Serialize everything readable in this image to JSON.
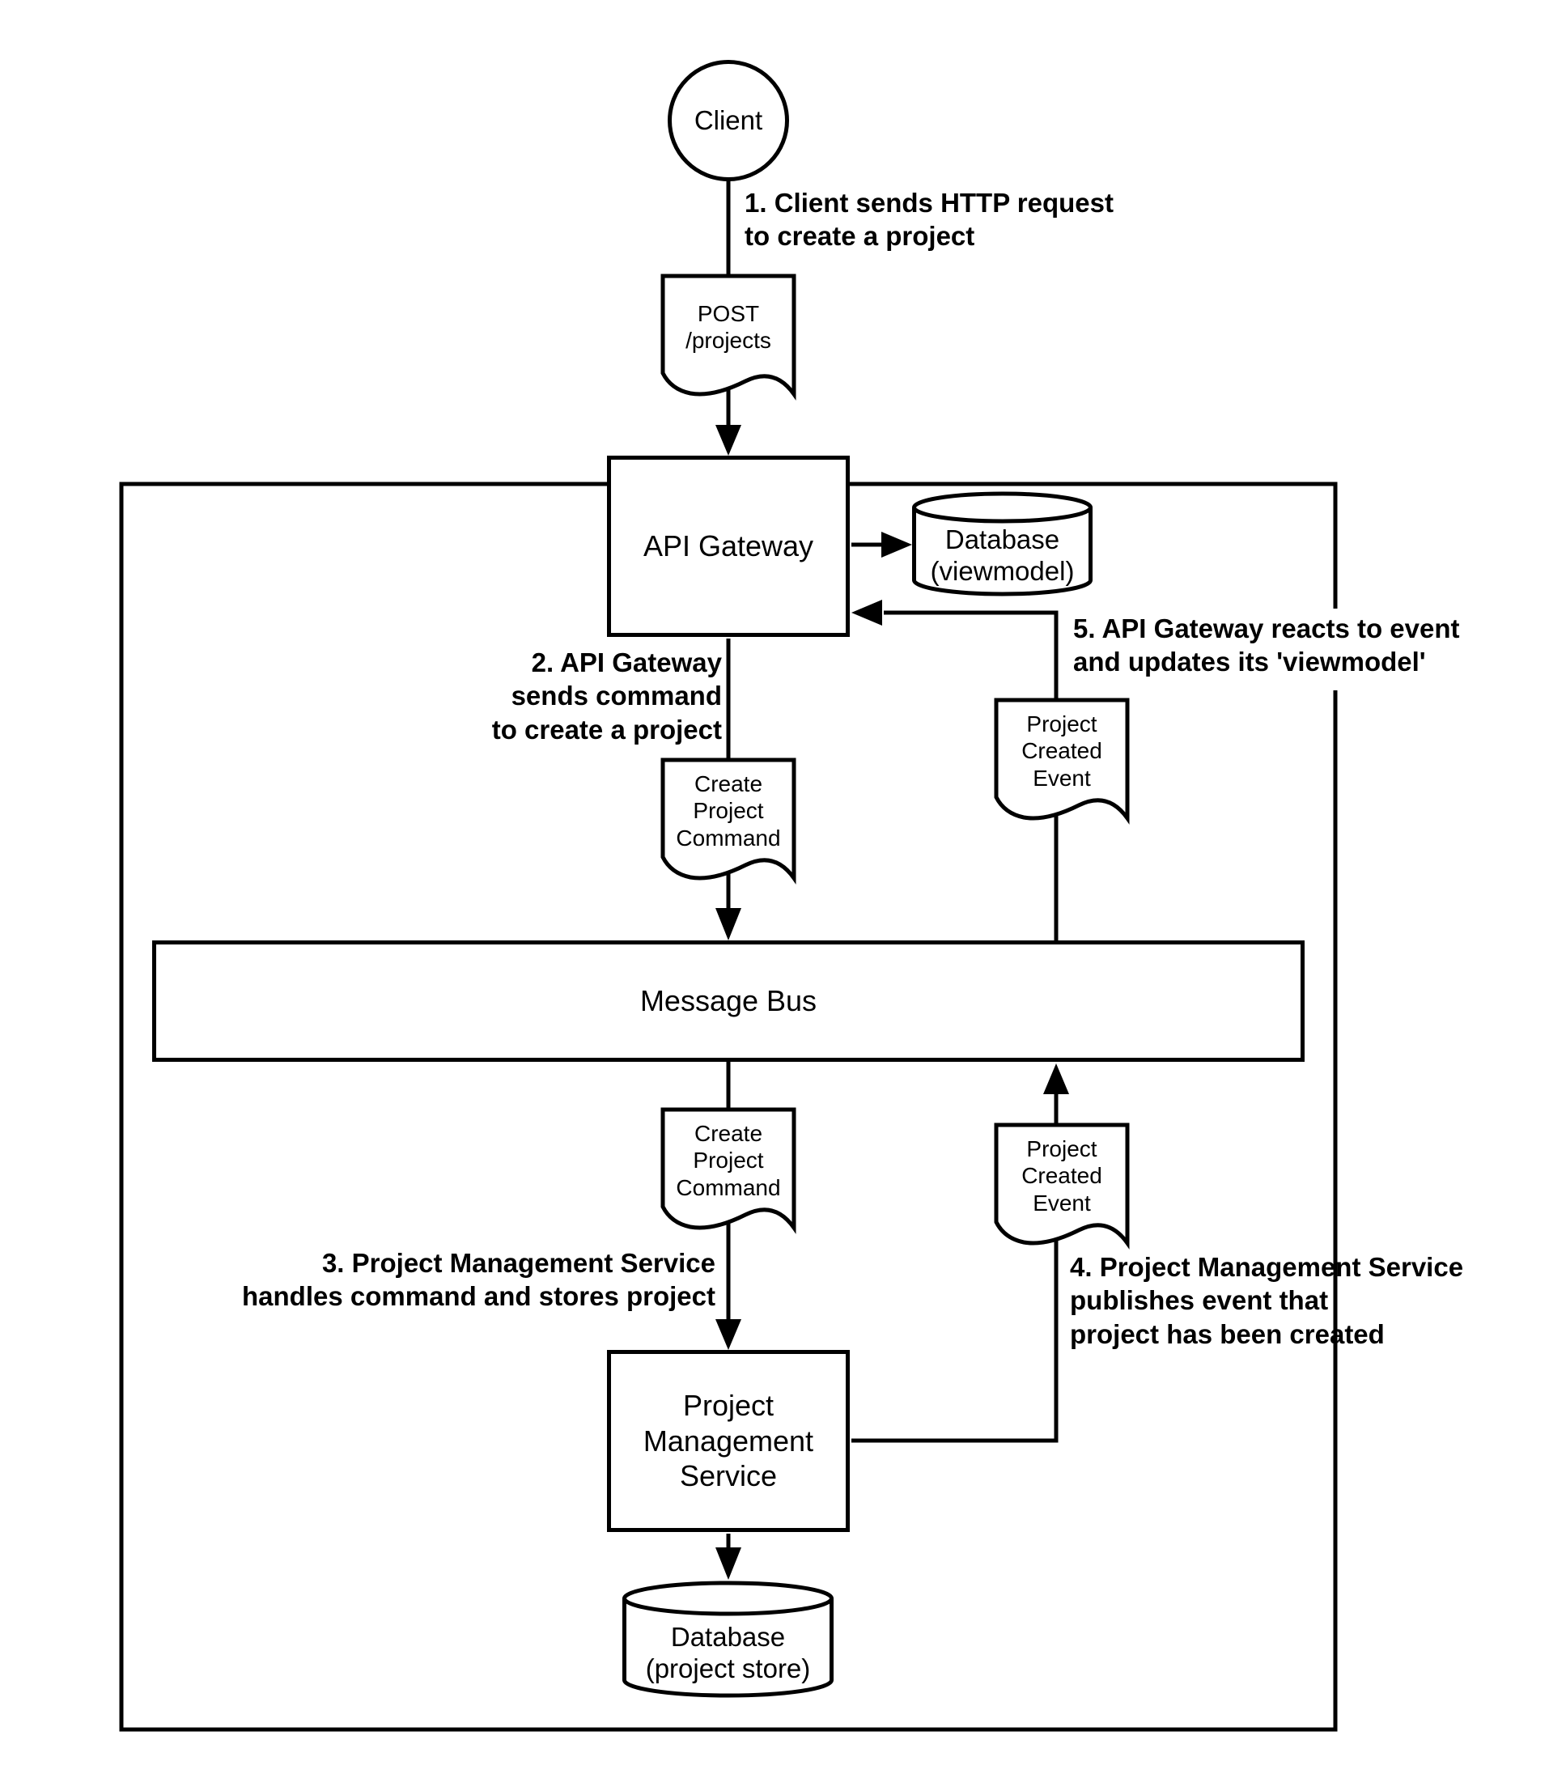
{
  "diagram": {
    "title_implicit": "CQRS project creation flow",
    "colors": {
      "stroke": "#000000",
      "fill": "#ffffff"
    },
    "client": {
      "label": "Client"
    },
    "post_doc": {
      "label": "POST\n/projects"
    },
    "api_gateway": {
      "label": "API Gateway"
    },
    "db_viewmodel": {
      "label": "Database\n(viewmodel)"
    },
    "cmd_upper": {
      "label": "Create\nProject\nCommand"
    },
    "cmd_lower": {
      "label": "Create\nProject\nCommand"
    },
    "event_upper": {
      "label": "Project\nCreated\nEvent"
    },
    "event_lower": {
      "label": "Project\nCreated\nEvent"
    },
    "message_bus": {
      "label": "Message Bus"
    },
    "pms": {
      "label": "Project\nManagement\nService"
    },
    "db_store": {
      "label": "Database\n(project store)"
    },
    "annotations": {
      "step1": "1. Client sends HTTP request\nto create a project",
      "step2": "2. API Gateway\nsends command\nto create a project",
      "step3": "3. Project Management Service\nhandles command and stores project",
      "step4": "4. Project Management Service\npublishes event that\nproject has been created",
      "step5": "5. API Gateway reacts to event\nand updates its 'viewmodel'"
    }
  }
}
